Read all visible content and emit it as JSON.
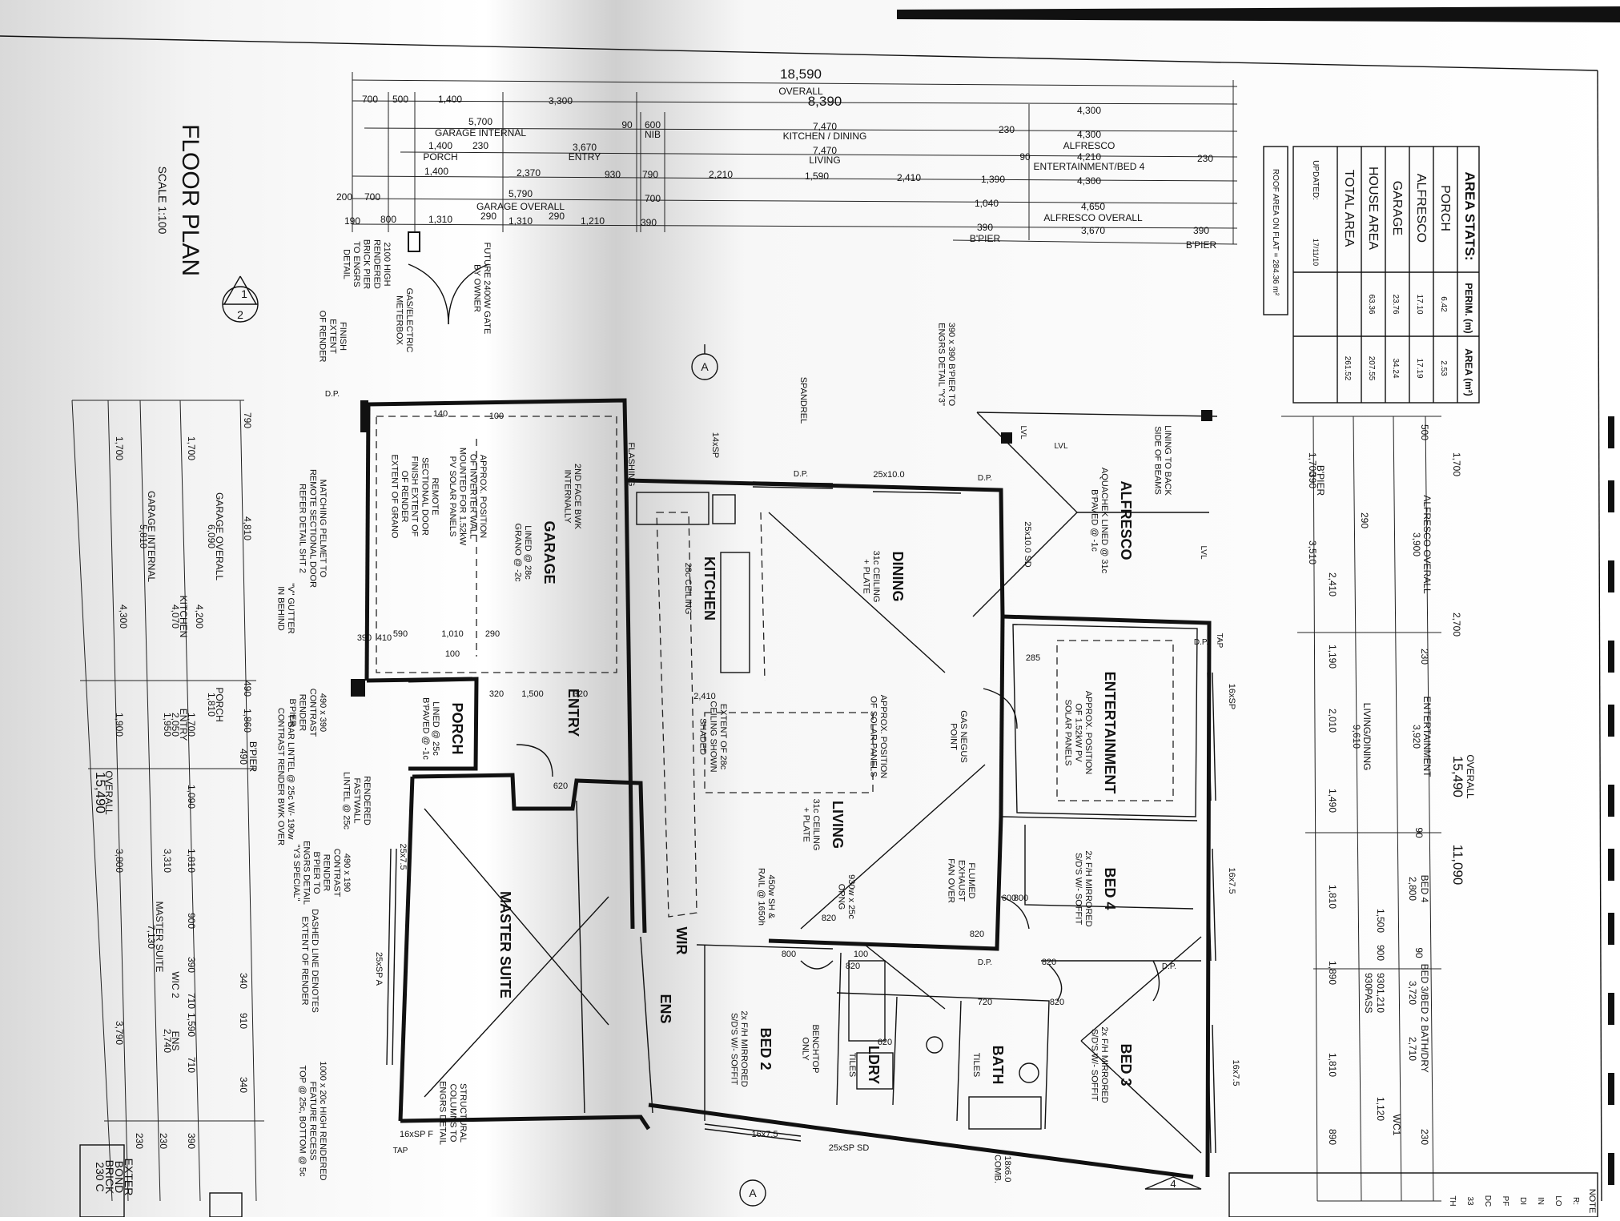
{
  "plan": {
    "title": "FLOOR PLAN",
    "scale": "SCALE 1:100",
    "section_marker": {
      "top": "1",
      "bottom": "2"
    },
    "section_a": "A"
  },
  "top_dims": [
    {
      "t": "18,590"
    },
    {
      "t": "OVERALL"
    },
    {
      "t": "8,390"
    },
    {
      "t": "700"
    },
    {
      "t": "500"
    },
    {
      "t": "1,400"
    },
    {
      "t": "3,300"
    },
    {
      "t": "4,300"
    },
    {
      "t": "5,700"
    },
    {
      "t": "GARAGE INTERNAL"
    },
    {
      "t": "90"
    },
    {
      "t": "600"
    },
    {
      "t": "NIB"
    },
    {
      "t": "7,470"
    },
    {
      "t": "KITCHEN / DINING"
    },
    {
      "t": "230"
    },
    {
      "t": "4,300"
    },
    {
      "t": "ALFRESCO"
    },
    {
      "t": "1,400"
    },
    {
      "t": "230"
    },
    {
      "t": "3,670"
    },
    {
      "t": "PORCH"
    },
    {
      "t": "ENTRY"
    },
    {
      "t": "7,470"
    },
    {
      "t": "LIVING"
    },
    {
      "t": "90"
    },
    {
      "t": "4,210"
    },
    {
      "t": "ENTERTAINMENT/BED 4"
    },
    {
      "t": "230"
    },
    {
      "t": "1,400"
    },
    {
      "t": "2,370"
    },
    {
      "t": "930"
    },
    {
      "t": "790"
    },
    {
      "t": "2,210"
    },
    {
      "t": "1,590"
    },
    {
      "t": "2,410"
    },
    {
      "t": "1,390"
    },
    {
      "t": "4,300"
    },
    {
      "t": "700"
    },
    {
      "t": "5,790"
    },
    {
      "t": "GARAGE OVERALL"
    },
    {
      "t": "700"
    },
    {
      "t": "200"
    },
    {
      "t": "190"
    },
    {
      "t": "800"
    },
    {
      "t": "1,310"
    },
    {
      "t": "290"
    },
    {
      "t": "1,310"
    },
    {
      "t": "290"
    },
    {
      "t": "1,210"
    },
    {
      "t": "390"
    },
    {
      "t": "1,040"
    },
    {
      "t": "4,650"
    },
    {
      "t": "ALFRESCO OVERALL"
    },
    {
      "t": "390"
    },
    {
      "t": "3,670"
    },
    {
      "t": "390"
    },
    {
      "t": "B'PIER"
    },
    {
      "t": "B'PIER"
    }
  ],
  "area_stats": {
    "heading": "AREA STATS:",
    "col_perim": "PERIM. (m)",
    "col_area": "AREA (m²)",
    "rows": [
      {
        "name": "PORCH",
        "perim": "6.42",
        "area": "2.53"
      },
      {
        "name": "ALFRESCO",
        "perim": "17.10",
        "area": "17.19"
      },
      {
        "name": "GARAGE",
        "perim": "23.76",
        "area": "34.24"
      },
      {
        "name": "HOUSE AREA",
        "perim": "63.36",
        "area": "207.55"
      },
      {
        "name": "TOTAL AREA",
        "perim": "",
        "area": "261.52"
      }
    ],
    "updated_label": "UPDATED:",
    "updated_value": "17/11/10",
    "roof_note": "ROOF AREA ON FLAT = 284.36 m²"
  },
  "rooms": [
    {
      "name": "GARAGE",
      "note": "LINED @ 28c\nGRANO @ -2c"
    },
    {
      "name": "KITCHEN",
      "note": "28c CEILING"
    },
    {
      "name": "DINING",
      "note": "31c CEILING\n+ PLATE"
    },
    {
      "name": "ALFRESCO",
      "note": "AQUACHEK LINED @ 31c\nB'PAVED @ -1c"
    },
    {
      "name": "ENTERTAINMENT",
      "note": "APPROX. POSITION\nOF 1.52kW PV\nSOLAR PANELS"
    },
    {
      "name": "LIVING",
      "note": "31c CEILING\n+ PLATE"
    },
    {
      "name": "PORCH",
      "note": "LINED @ 25c\nB'PAVED @ -1c"
    },
    {
      "name": "ENTRY",
      "note": ""
    },
    {
      "name": "MASTER SUITE",
      "note": ""
    },
    {
      "name": "BED 2",
      "note": "2x F/H MIRRORED\nS/D'S W/- SOFFIT"
    },
    {
      "name": "BED 3",
      "note": "2x F/H MIRRORED\nS/D'S W/- SOFFIT"
    },
    {
      "name": "BED 4",
      "note": "2x F/H MIRRORED\nS/D'S W/- SOFFIT"
    },
    {
      "name": "BATH",
      "note": "TILES"
    },
    {
      "name": "LDRY",
      "note": "TILES"
    },
    {
      "name": "ENS",
      "note": ""
    },
    {
      "name": "WIR",
      "note": ""
    }
  ],
  "notes": [
    "FUTURE 2400W GATE\nBY OWNER",
    "2100 HIGH\nRENDERED\nBRICK PIER\nTO ENGRS\nDETAIL",
    "GAS/ELECTRIC\nMETERBOX",
    "FINISH\nEXTENT\nOF RENDER",
    "2ND FACE BWK\nINTERNALLY",
    "APPROX. POSITION\nOF INVERTER WALL\nMOUNTED FOR 1.52kW\nPV SOLAR PANELS",
    "REMOTE\nSECTIONAL DOOR\nFINISH EXTENT OF\nOF RENDER\nEXTENT OF GRANO",
    "MATCHING PELMET TO\nREMOTE SECTIONAL DOOR\nREFER DETAIL SHT 2",
    "\"V\" GUTTER\nIN BEHIND",
    "490 x 390\nCONTRAST\nRENDER\nB'PIER",
    "T-BAR LINTEL @ 25c W/- 190w\nCONTRAST RENDER BWK OVER",
    "RENDERED\nFASTWALL\nLINTEL @ 25c",
    "490 x 190\nCONTRAST\nRENDER\nB'PIER TO\nENGRS DETAIL\n\"Y3 SPECIAL\"",
    "DASHED LINE DENOTES\nEXTENT OF RENDER",
    "1000 x 20c HIGH RENDERED\nFEATURE RECESS\nTOP @ 25c, BOTTOM @ 5c",
    "STRUCTURAL\nCOLUMNS TO\nENGRS DETAIL",
    "390 x 390 B'PIER TO\nENGRS DETAIL \"Y3\"",
    "LINING TO BACK\nSIDE OF BEAMS",
    "SPANDREL",
    "FLASHING",
    "EXTENT OF 28c\nCEILING SHOWN\nSHADED",
    "APPROX. POSITION\nOF SOLAR PANELS",
    "GAS NEGUS\nPOINT",
    "FLUMED\nEXHAUST\nFAN OVER",
    "450w SH &\nRAIL @ 1650h",
    "930w x 25c\nOPNG",
    "BENCHTOP\nONLY",
    "18x6.0\nCOMB."
  ],
  "right_dims": [
    {
      "t": "1,700"
    },
    {
      "t": "2,700"
    },
    {
      "t": "15,490"
    },
    {
      "t": "OVERALL"
    },
    {
      "t": "11,090"
    },
    {
      "t": "500"
    },
    {
      "t": "3,900"
    },
    {
      "t": "ALFRESCO OVERALL"
    },
    {
      "t": "230"
    },
    {
      "t": "3,920"
    },
    {
      "t": "ENTERTAINMENT"
    },
    {
      "t": "90"
    },
    {
      "t": "2,800"
    },
    {
      "t": "BED 4"
    },
    {
      "t": "90"
    },
    {
      "t": "3,720"
    },
    {
      "t": "BED 3/BED 2"
    },
    {
      "t": "230"
    },
    {
      "t": "1,700"
    },
    {
      "t": "290"
    },
    {
      "t": "2,410"
    },
    {
      "t": "1,190"
    },
    {
      "t": "2,010"
    },
    {
      "t": "9,610"
    },
    {
      "t": "LIVING/DINING"
    },
    {
      "t": "1,490"
    },
    {
      "t": "1,810"
    },
    {
      "t": "1,890"
    },
    {
      "t": "1,810"
    },
    {
      "t": "890"
    },
    {
      "t": "3,510"
    },
    {
      "t": "390"
    },
    {
      "t": "B'PIER"
    },
    {
      "t": "1,500"
    },
    {
      "t": "900"
    },
    {
      "t": "1,210"
    },
    {
      "t": "930"
    },
    {
      "t": "930"
    },
    {
      "t": "2,710"
    },
    {
      "t": "BATH/DRY"
    },
    {
      "t": "1,120"
    },
    {
      "t": "WC1"
    },
    {
      "t": "PASS"
    }
  ],
  "left_dims": [
    {
      "t": "1,700"
    },
    {
      "t": "1,700"
    },
    {
      "t": "4,810"
    },
    {
      "t": "790"
    },
    {
      "t": "6,090"
    },
    {
      "t": "GARAGE OVERALL"
    },
    {
      "t": "5,810"
    },
    {
      "t": "GARAGE INTERNAL"
    },
    {
      "t": "4,200"
    },
    {
      "t": "4,070"
    },
    {
      "t": "KITCHEN"
    },
    {
      "t": "4,300"
    },
    {
      "t": "490"
    },
    {
      "t": "1,860"
    },
    {
      "t": "1,810"
    },
    {
      "t": "PORCH"
    },
    {
      "t": "1,700"
    },
    {
      "t": "1,900"
    },
    {
      "t": "2,050"
    },
    {
      "t": "ENTRY"
    },
    {
      "t": "1,950"
    },
    {
      "t": "1,090"
    },
    {
      "t": "490"
    },
    {
      "t": "B'PIER"
    },
    {
      "t": "15,490"
    },
    {
      "t": "OVERALL"
    },
    {
      "t": "3,800"
    },
    {
      "t": "3,310"
    },
    {
      "t": "1,810"
    },
    {
      "t": "900"
    },
    {
      "t": "7,130"
    },
    {
      "t": "MASTER SUITE"
    },
    {
      "t": "390"
    },
    {
      "t": "710"
    },
    {
      "t": "340"
    },
    {
      "t": "910"
    },
    {
      "t": "1,590"
    },
    {
      "t": "2,740"
    },
    {
      "t": "ENS"
    },
    {
      "t": "710"
    },
    {
      "t": "340"
    },
    {
      "t": "3,790"
    },
    {
      "t": "230"
    },
    {
      "t": "230"
    },
    {
      "t": "390"
    },
    {
      "t": "WIC 2"
    }
  ],
  "misc": {
    "dp": "D.P.",
    "tap": "TAP",
    "lvl": "LVL",
    "bench_dims": [
      "14xSP",
      "25x10.0",
      "25x10.0 SD",
      "16xSP",
      "16x7.5",
      "16x7.5",
      "16x7.5",
      "25xSP SD",
      "25xSP A",
      "16xSP F",
      "25x7.5"
    ],
    "door_tags": [
      "820",
      "820",
      "820",
      "820",
      "820",
      "720",
      "800",
      "800",
      "600",
      "620",
      "620",
      "100",
      "320",
      "320",
      "1,500",
      "590",
      "1,010",
      "290",
      "390",
      "410",
      "100",
      "140",
      "100",
      "285",
      "2,410"
    ],
    "bottom_left": [
      "230 C",
      "BRICK",
      "BOND",
      "EXTER"
    ],
    "bottom_right_label": "NOTE",
    "notes_partial": [
      "R:",
      "LO",
      "IN",
      "DI",
      "PF",
      "DC",
      "33",
      "TH"
    ],
    "section_4": "4"
  }
}
